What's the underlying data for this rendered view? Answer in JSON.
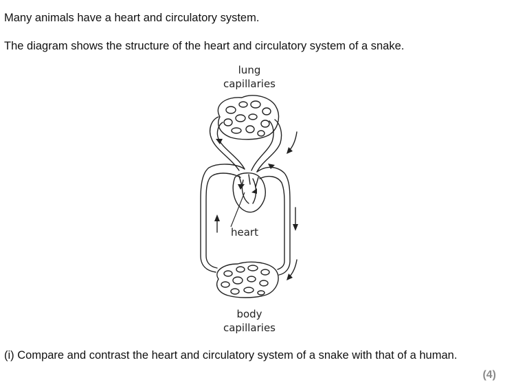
{
  "document": {
    "intro": "Many animals have a heart and circulatory system.",
    "lead": "The diagram shows the structure of the heart and circulatory system of a snake.",
    "question": "(i)  Compare and contrast the heart and circulatory system of a snake with that of a human.",
    "marks": "(4)"
  },
  "diagram": {
    "lung_label_1": "lung",
    "lung_label_2": "capillaries",
    "heart_label": "heart",
    "body_label_1": "body",
    "body_label_2": "capillaries"
  }
}
